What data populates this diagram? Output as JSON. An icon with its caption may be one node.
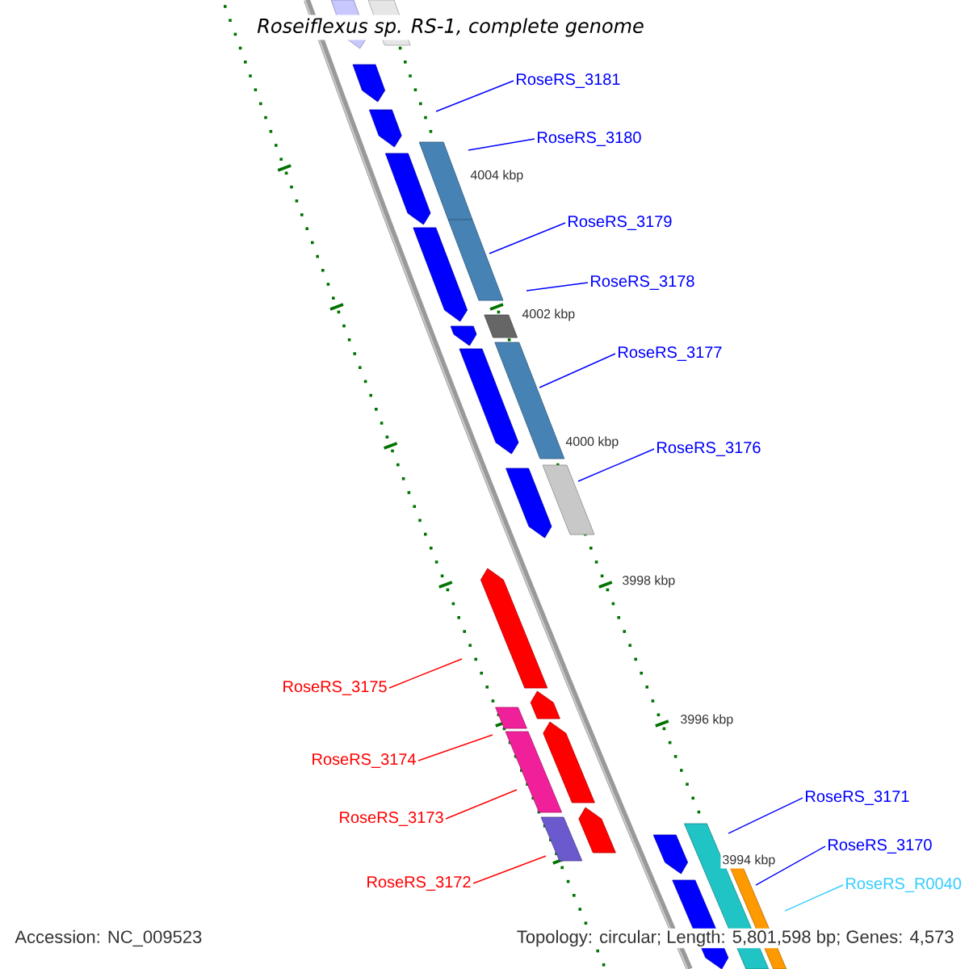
{
  "diagram": {
    "title": "Roseiflexus sp. RS-1, complete genome",
    "nodes": [
      {
        "text": [
          "RoseRS_3181"
        ]
      },
      {
        "text": [
          "RoseRS_3180"
        ]
      },
      {
        "text": [
          "RoseRS_3179"
        ]
      },
      {
        "text": [
          "RoseRS_3178"
        ]
      },
      {
        "text": [
          "RoseRS_3177"
        ]
      },
      {
        "text": [
          "RoseRS_3176"
        ]
      },
      {
        "text": [
          "RoseRS_3175"
        ]
      },
      {
        "text": [
          "RoseRS_3174"
        ]
      },
      {
        "text": [
          "RoseRS_3173"
        ]
      },
      {
        "text": [
          "RoseRS_3172"
        ]
      },
      {
        "text": [
          "RoseRS_3171"
        ]
      },
      {
        "text": [
          "RoseRS_3170"
        ]
      },
      {
        "text": [
          "RoseRS_R0040"
        ]
      }
    ],
    "edges": [
      {
        "from": 0,
        "to": null,
        "arrow": "none"
      },
      {
        "from": 1,
        "to": null,
        "arrow": "none"
      },
      {
        "from": 2,
        "to": null,
        "arrow": "none"
      },
      {
        "from": 3,
        "to": null,
        "arrow": "none"
      },
      {
        "from": 4,
        "to": null,
        "arrow": "none"
      },
      {
        "from": 5,
        "to": null,
        "arrow": "none"
      },
      {
        "from": 6,
        "to": null,
        "arrow": "none",
        "color": "#ff0000"
      },
      {
        "from": 7,
        "to": null,
        "arrow": "none",
        "color": "#ff0000"
      },
      {
        "from": 8,
        "to": null,
        "arrow": "none",
        "color": "#ff0000"
      },
      {
        "from": 9,
        "to": null,
        "arrow": "none",
        "color": "#ff0000"
      },
      {
        "from": 10,
        "to": null,
        "arrow": "none"
      },
      {
        "from": 11,
        "to": null,
        "arrow": "none"
      },
      {
        "from": 12,
        "to": null,
        "arrow": "none",
        "color": "#33ccff"
      }
    ],
    "labels": [
      "4004 kbp",
      "4002 kbp",
      "4000 kbp",
      "3998 kbp",
      "3996 kbp",
      "3994 kbp",
      "Accession: NC_009523",
      "Topology: circular; Length: 5,801,598 bp; Genes: 4,573"
    ]
  }
}
